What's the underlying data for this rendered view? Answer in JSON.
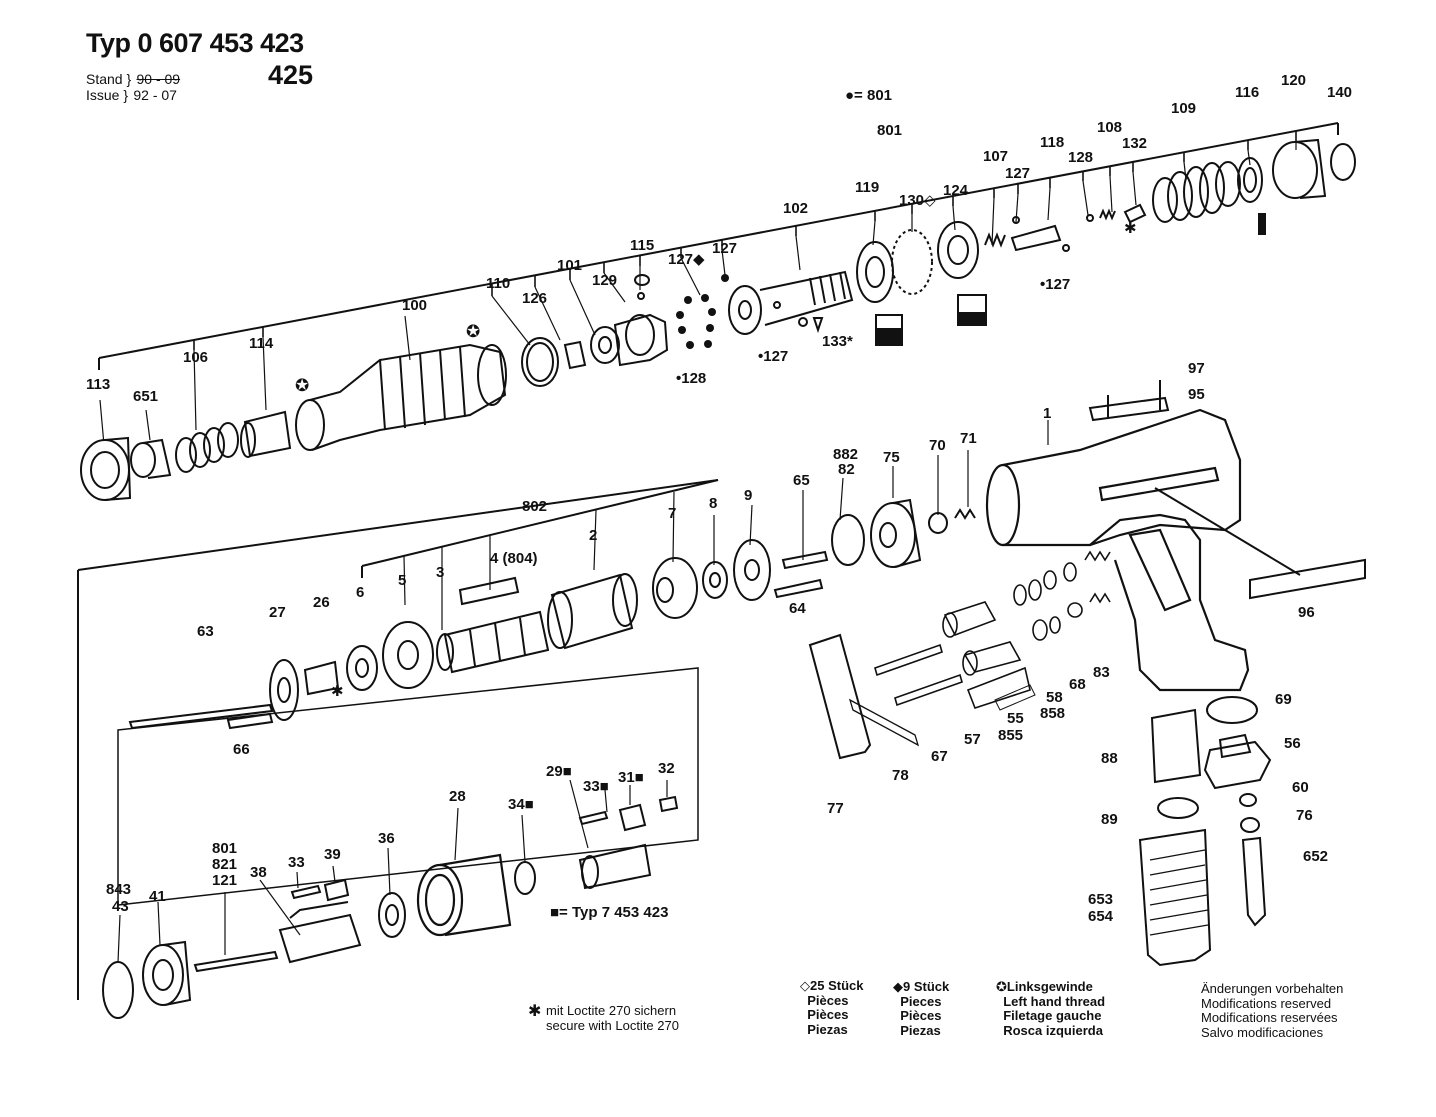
{
  "header": {
    "typ_line": "Typ 0 607 453 423",
    "typ_variant": "425",
    "stand_label": "Stand",
    "stand_value": "90 - 09",
    "issue_label": "Issue",
    "issue_value": "92 - 07"
  },
  "top_key": "●= 801",
  "parts": {
    "p113": "113",
    "p651": "651",
    "p106": "106",
    "p114": "114",
    "p100": "100",
    "p110": "110",
    "p126": "126",
    "p101": "101",
    "p129": "129",
    "p115": "115",
    "p127d": "127◆",
    "p127a": "127",
    "p102": "102",
    "p801": "801",
    "p119": "119",
    "p130": "130◇",
    "p124": "124",
    "p107": "107",
    "p127b": "127",
    "p118": "118",
    "p128": "128",
    "p108": "108",
    "p132": "132",
    "p109": "109",
    "p116": "116",
    "p120": "120",
    "p140": "140",
    "p127c": "•127",
    "p127e": "•127",
    "p133": "133*",
    "p128b": "•128",
    "p97": "97",
    "p95": "95",
    "p1": "1",
    "p71": "71",
    "p70": "70",
    "p75": "75",
    "p882": "882",
    "p82": "82",
    "p65": "65",
    "p9": "9",
    "p8": "8",
    "p7": "7",
    "p802": "802",
    "p2": "2",
    "p4": "4 (804)",
    "p3": "3",
    "p5": "5",
    "p6": "6",
    "p26": "26",
    "p27": "27",
    "p63": "63",
    "p66": "66",
    "p64": "64",
    "p96": "96",
    "p83": "83",
    "p68": "68",
    "p58": "58",
    "p858": "858",
    "p55": "55",
    "p855": "855",
    "p57": "57",
    "p67": "67",
    "p78": "78",
    "p77": "77",
    "p69": "69",
    "p56": "56",
    "p88": "88",
    "p60": "60",
    "p89": "89",
    "p76": "76",
    "p652": "652",
    "p653": "653",
    "p654": "654",
    "p29": "29■",
    "p33a": "33■",
    "p31": "31■",
    "p32": "32",
    "p34": "34■",
    "p28": "28",
    "p36": "36",
    "p39": "39",
    "p33b": "33",
    "p38": "38",
    "p801b": "801",
    "p821": "821",
    "p121": "121",
    "p41": "41",
    "p843": "843",
    "p43": "43"
  },
  "typ_note": "■= Typ  7 453 423",
  "loctite": {
    "line1": "mit Loctite 270 sichern",
    "line2": "secure with Loctite 270"
  },
  "legend": {
    "qty25": "◇25 Stück\n  Pièces\n  Pièces\n  Piezas",
    "qty9": "◆9 Stück\n  Pieces\n  Pièces\n  Piezas",
    "left_thread": "✪Linksgewinde\n  Left hand thread\n  Filetage gauche\n  Rosca izquierda",
    "modifications": "Änderungen vorbehalten\nModifications reserved\nModifications reservées\nSalvo modificaciones"
  }
}
